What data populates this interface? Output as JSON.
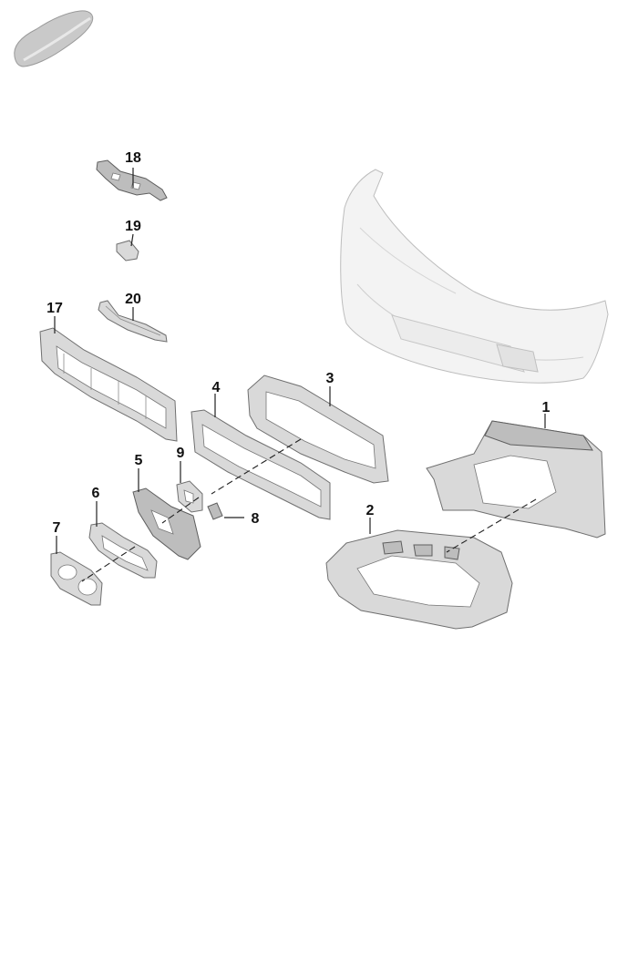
{
  "diagram": {
    "vehicle_icon": "car-silhouette-icon",
    "colors": {
      "part_fill": "#d9d9d9",
      "part_stroke": "#6f6f6f",
      "bumper_fill": "#f3f3f3",
      "label": "#111111"
    },
    "labels": {
      "p1": "1",
      "p2": "2",
      "p3": "3",
      "p4": "4",
      "p5": "5",
      "p6": "6",
      "p7": "7",
      "p8": "8",
      "p9": "9",
      "p17": "17",
      "p18": "18",
      "p19": "19",
      "p20": "20"
    }
  }
}
